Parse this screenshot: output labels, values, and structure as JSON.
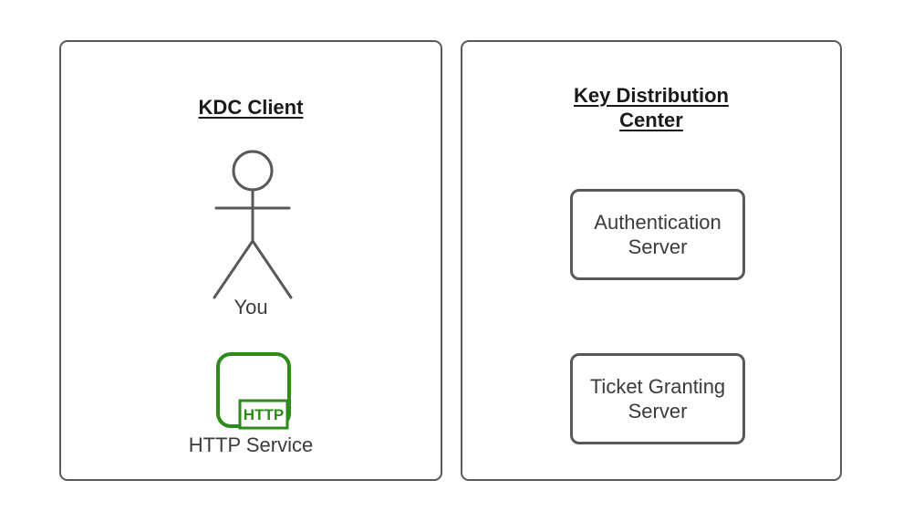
{
  "colors": {
    "background": "#ffffff",
    "stroke_gray": "#595959",
    "title_color": "#1a1a1a",
    "label_color": "#3b3b3b",
    "green": "#2d8b19"
  },
  "client_panel": {
    "title": "KDC Client",
    "actor": {
      "label": "You"
    },
    "http_service": {
      "label": "HTTP Service",
      "badge": "HTTP"
    }
  },
  "kdc_panel": {
    "title_line1": "Key Distribution",
    "title_line2": "Center",
    "auth_server": {
      "line1": "Authentication",
      "line2": "Server"
    },
    "ticket_server": {
      "line1": "Ticket Granting",
      "line2": "Server"
    }
  }
}
